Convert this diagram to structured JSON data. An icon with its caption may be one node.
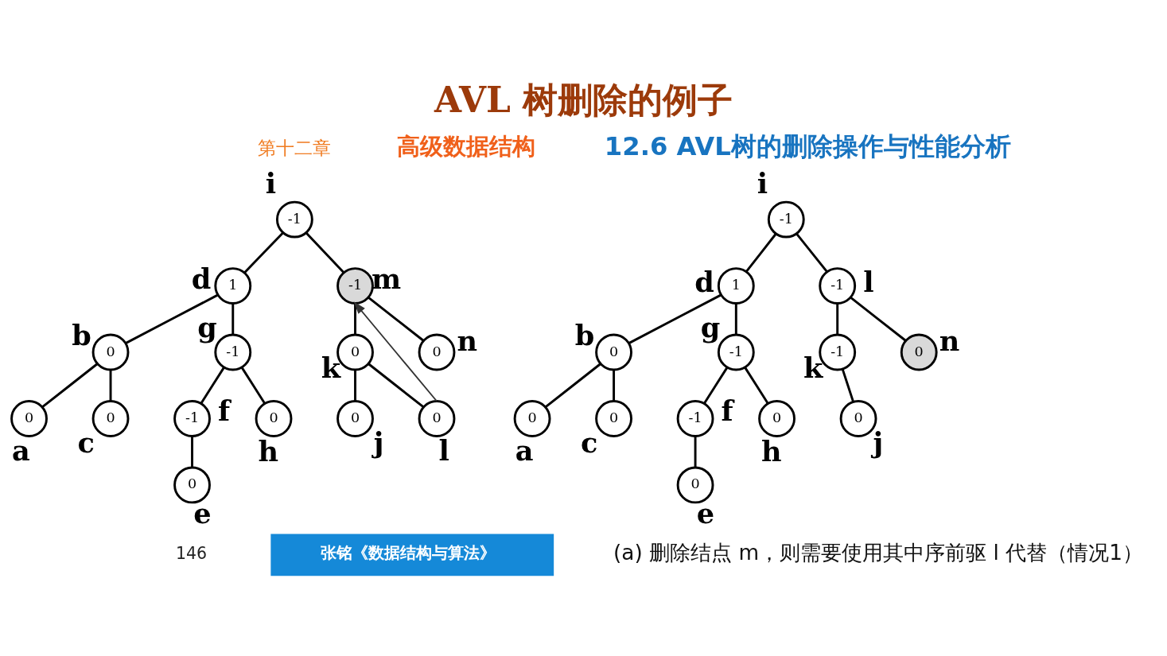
{
  "diagram": {
    "title": "AVL 树删除的例子",
    "caption": "(a) 删除结点 m，则需要使用其中序前驱 l 代替（情况1）",
    "nodes": [
      {
        "text": [
          "-1"
        ],
        "beside": [
          "i"
        ]
      },
      {
        "text": [
          "1"
        ],
        "beside": [
          "d"
        ]
      },
      {
        "text": [
          "-1"
        ],
        "beside": [
          "m"
        ]
      },
      {
        "text": [
          "0"
        ],
        "beside": [
          "b"
        ]
      },
      {
        "text": [
          "-1"
        ],
        "beside": [
          "g"
        ]
      },
      {
        "text": [
          "0"
        ],
        "beside": [
          "k"
        ]
      },
      {
        "text": [
          "0"
        ],
        "beside": [
          "n"
        ]
      },
      {
        "text": [
          "0"
        ],
        "beside": [
          "a"
        ]
      },
      {
        "text": [
          "0"
        ],
        "beside": [
          "c"
        ]
      },
      {
        "text": [
          "-1"
        ],
        "beside": [
          "f"
        ]
      },
      {
        "text": [
          "0"
        ],
        "beside": [
          "h"
        ]
      },
      {
        "text": [
          "0"
        ],
        "beside": [
          "j"
        ]
      },
      {
        "text": [
          "0"
        ],
        "beside": [
          "l"
        ]
      },
      {
        "text": [
          "0"
        ],
        "beside": [
          "e"
        ]
      },
      {
        "text": [
          "-1"
        ],
        "beside": [
          "i"
        ]
      },
      {
        "text": [
          "1"
        ],
        "beside": [
          "d"
        ]
      },
      {
        "text": [
          "-1"
        ],
        "beside": [
          "l"
        ]
      },
      {
        "text": [
          "0"
        ],
        "beside": [
          "b"
        ]
      },
      {
        "text": [
          "-1"
        ],
        "beside": [
          "g"
        ]
      },
      {
        "text": [
          "-1"
        ],
        "beside": [
          "k"
        ]
      },
      {
        "text": [
          "0"
        ],
        "beside": [
          "n"
        ]
      },
      {
        "text": [
          "0"
        ],
        "beside": [
          "a"
        ]
      },
      {
        "text": [
          "0"
        ],
        "beside": [
          "c"
        ]
      },
      {
        "text": [
          "-1"
        ],
        "beside": [
          "f"
        ]
      },
      {
        "text": [
          "0"
        ],
        "beside": [
          "h"
        ]
      },
      {
        "text": [
          "0"
        ],
        "beside": [
          "j"
        ]
      },
      {
        "text": [
          "0"
        ],
        "beside": [
          "e"
        ]
      }
    ],
    "edges": [
      {
        "from": 0,
        "to": 1,
        "arrow": "none"
      },
      {
        "from": 0,
        "to": 2,
        "arrow": "none"
      },
      {
        "from": 1,
        "to": 3,
        "arrow": "none"
      },
      {
        "from": 1,
        "to": 4,
        "arrow": "none"
      },
      {
        "from": 3,
        "to": 7,
        "arrow": "none"
      },
      {
        "from": 3,
        "to": 8,
        "arrow": "none"
      },
      {
        "from": 4,
        "to": 9,
        "arrow": "none"
      },
      {
        "from": 4,
        "to": 10,
        "arrow": "none"
      },
      {
        "from": 9,
        "to": 13,
        "arrow": "none"
      },
      {
        "from": 2,
        "to": 5,
        "arrow": "none"
      },
      {
        "from": 2,
        "to": 6,
        "arrow": "none"
      },
      {
        "from": 5,
        "to": 11,
        "arrow": "none"
      },
      {
        "from": 5,
        "to": 12,
        "arrow": "none"
      },
      {
        "from": 12,
        "to": 2,
        "arrow": "to"
      },
      {
        "from": 14,
        "to": 15,
        "arrow": "none"
      },
      {
        "from": 14,
        "to": 16,
        "arrow": "none"
      },
      {
        "from": 15,
        "to": 17,
        "arrow": "none"
      },
      {
        "from": 15,
        "to": 18,
        "arrow": "none"
      },
      {
        "from": 17,
        "to": 21,
        "arrow": "none"
      },
      {
        "from": 17,
        "to": 22,
        "arrow": "none"
      },
      {
        "from": 18,
        "to": 23,
        "arrow": "none"
      },
      {
        "from": 18,
        "to": 24,
        "arrow": "none"
      },
      {
        "from": 23,
        "to": 26,
        "arrow": "none"
      },
      {
        "from": 16,
        "to": 19,
        "arrow": "none"
      },
      {
        "from": 16,
        "to": 20,
        "arrow": "none"
      },
      {
        "from": 19,
        "to": 25,
        "arrow": "none"
      }
    ],
    "labels": [
      "第十二章",
      "高级数据结构",
      "12.6 AVL树的删除操作与性能分析",
      "146",
      "张铭《数据结构与算法》"
    ]
  }
}
